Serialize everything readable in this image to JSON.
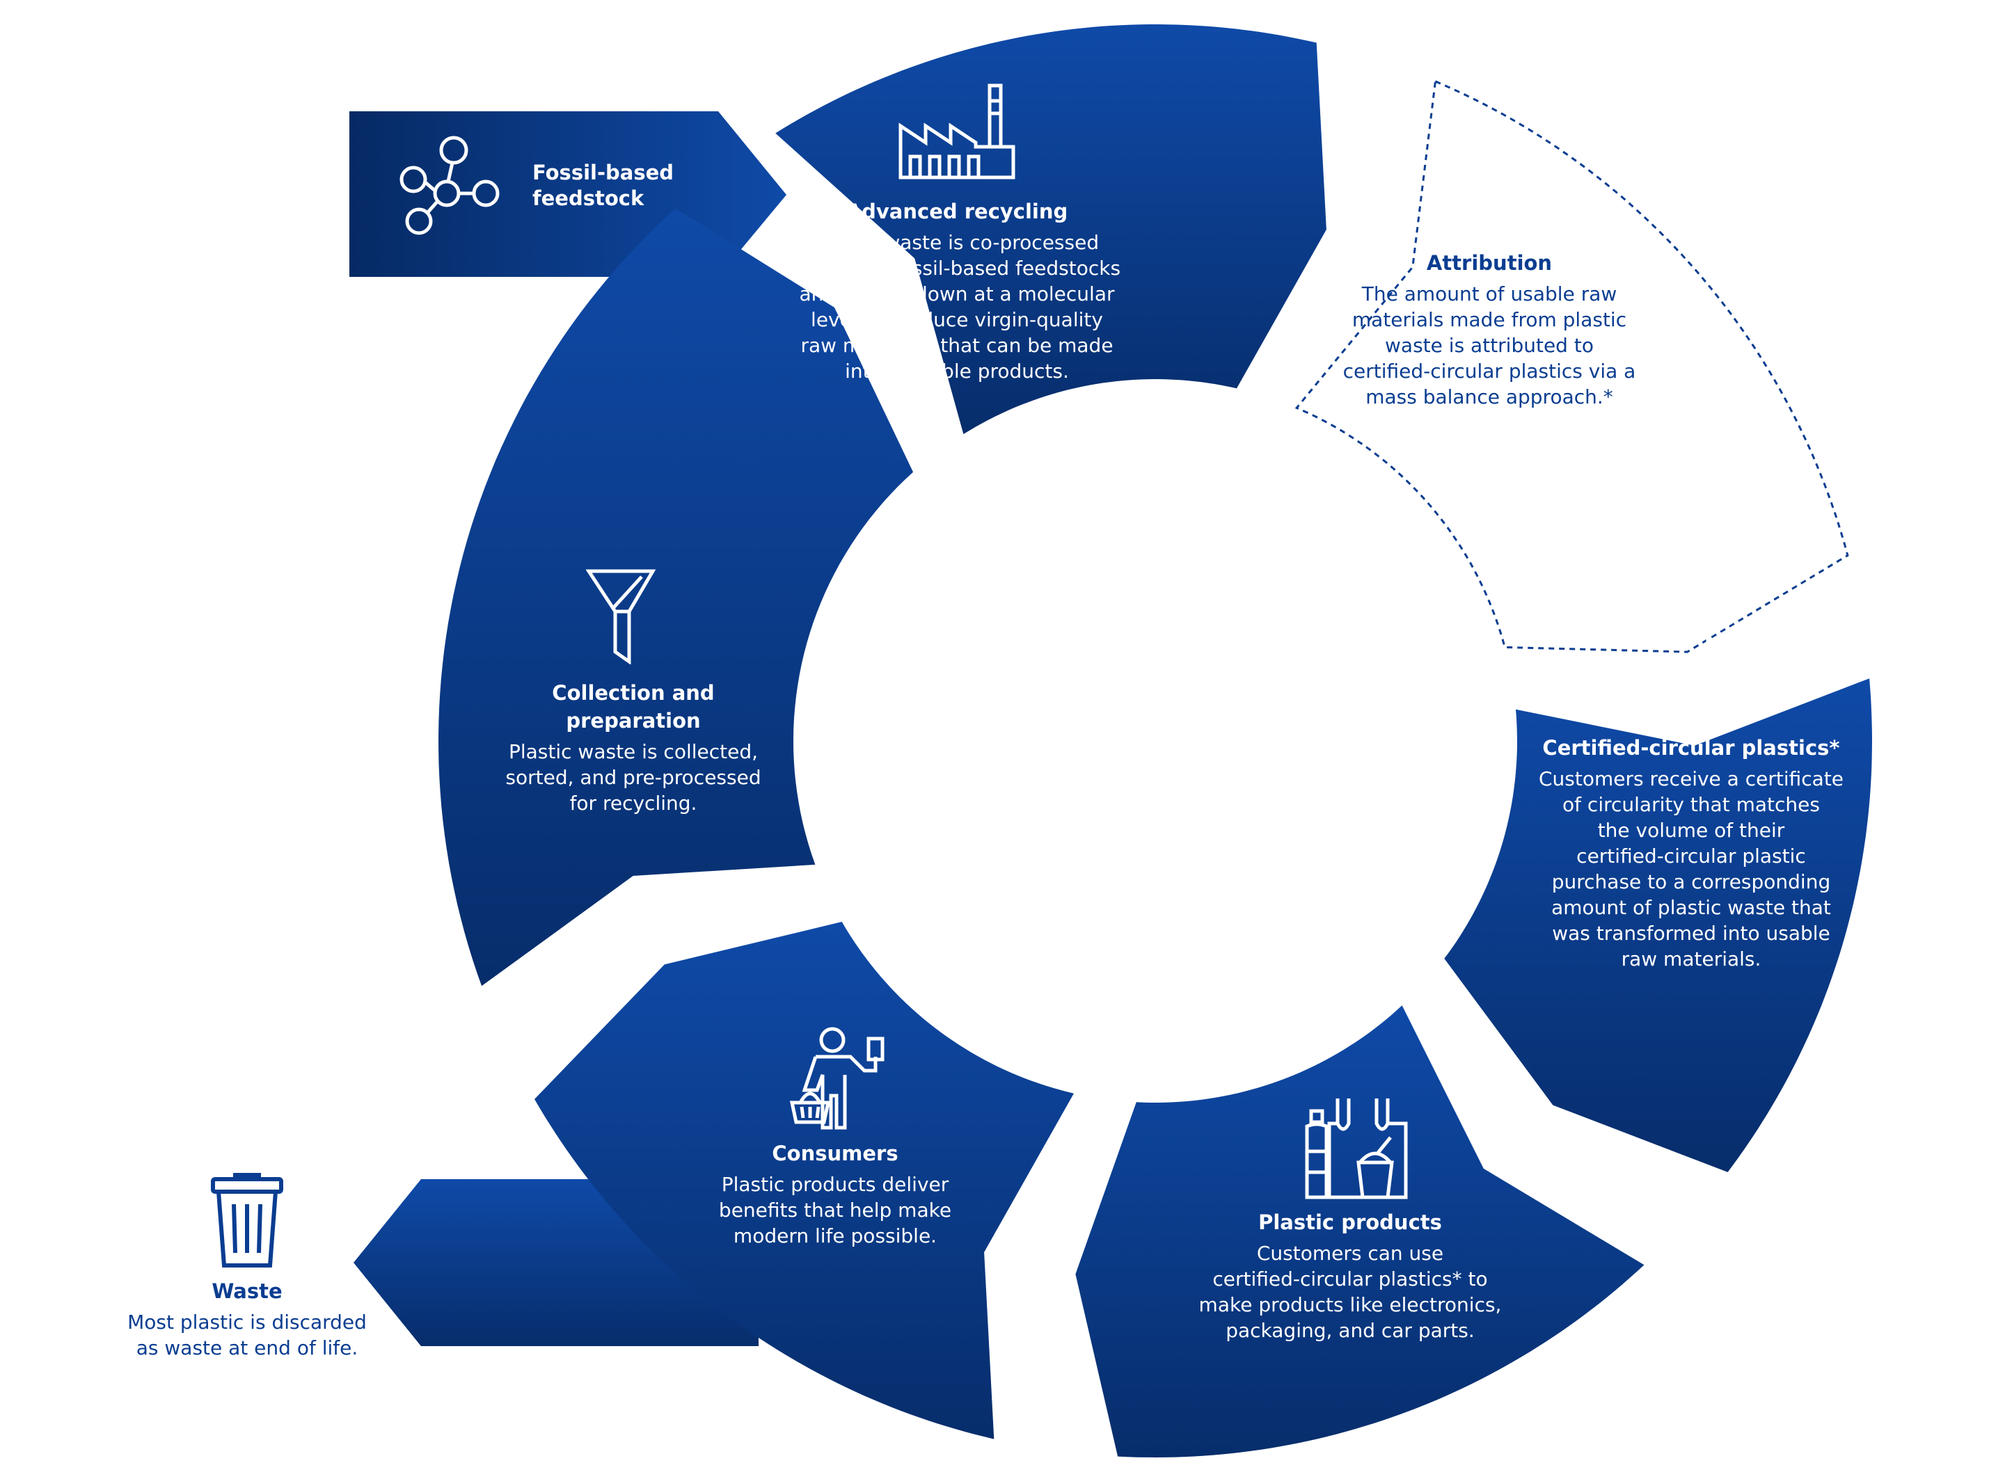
{
  "colors": {
    "primary": "#0a3d91",
    "dark": "#072d6b",
    "light": "#0f4aa8",
    "text_on_dark": "#ffffff",
    "attribution_text": "#0a3d91"
  },
  "fossil": {
    "title": "Fossil-based\nfeedstock",
    "icon": "molecule-icon"
  },
  "steps": {
    "advanced_recycling": {
      "title": "Advanced recycling",
      "body": "Plastic waste is co-processed\nalongside fossil-based feedstocks\nand broken down at a molecular\nlevel to produce virgin-quality\nraw materials that can be made\ninto valuable products.",
      "icon": "factory-icon"
    },
    "attribution": {
      "title": "Attribution",
      "body": "The amount of usable raw\nmaterials made from plastic\nwaste is attributed to\ncertified-circular plastics via a\nmass balance approach.*"
    },
    "certified": {
      "title": "Certified-circular plastics*",
      "body": "Customers receive a certificate\nof circularity that matches\nthe volume of their\ncertified-circular plastic\npurchase to a corresponding\namount of plastic waste that\nwas transformed into usable\nraw materials.",
      "icon": "certificate-icon"
    },
    "plastic_products": {
      "title": "Plastic products",
      "body": "Customers can use\ncertified-circular plastics* to\nmake products like electronics,\npackaging, and car parts.",
      "icon": "bottle-bag-cup-icon"
    },
    "consumers": {
      "title": "Consumers",
      "body": "Plastic products deliver\nbenefits that help make\nmodern life possible.",
      "icon": "shopper-icon"
    },
    "collection": {
      "title": "Collection and preparation",
      "body": "Plastic waste is collected,\nsorted, and pre-processed\nfor recycling.",
      "icon": "funnel-icon"
    },
    "waste": {
      "title": "Waste",
      "body": "Most plastic is discarded\nas waste at end of life.",
      "icon": "trash-can-icon"
    }
  }
}
